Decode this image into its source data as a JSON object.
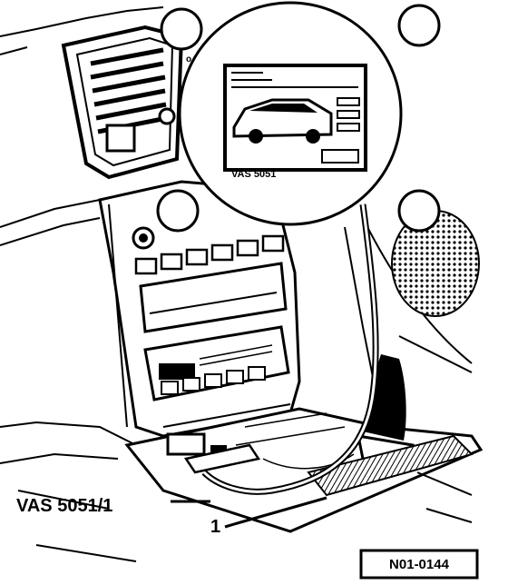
{
  "callouts": {
    "tool_label": "VAS 5051/1",
    "part_label": "1"
  },
  "screen_label": "VAS 5051",
  "reference_code": "N01-0144",
  "colors": {
    "ink": "#000000",
    "paper": "#ffffff"
  }
}
